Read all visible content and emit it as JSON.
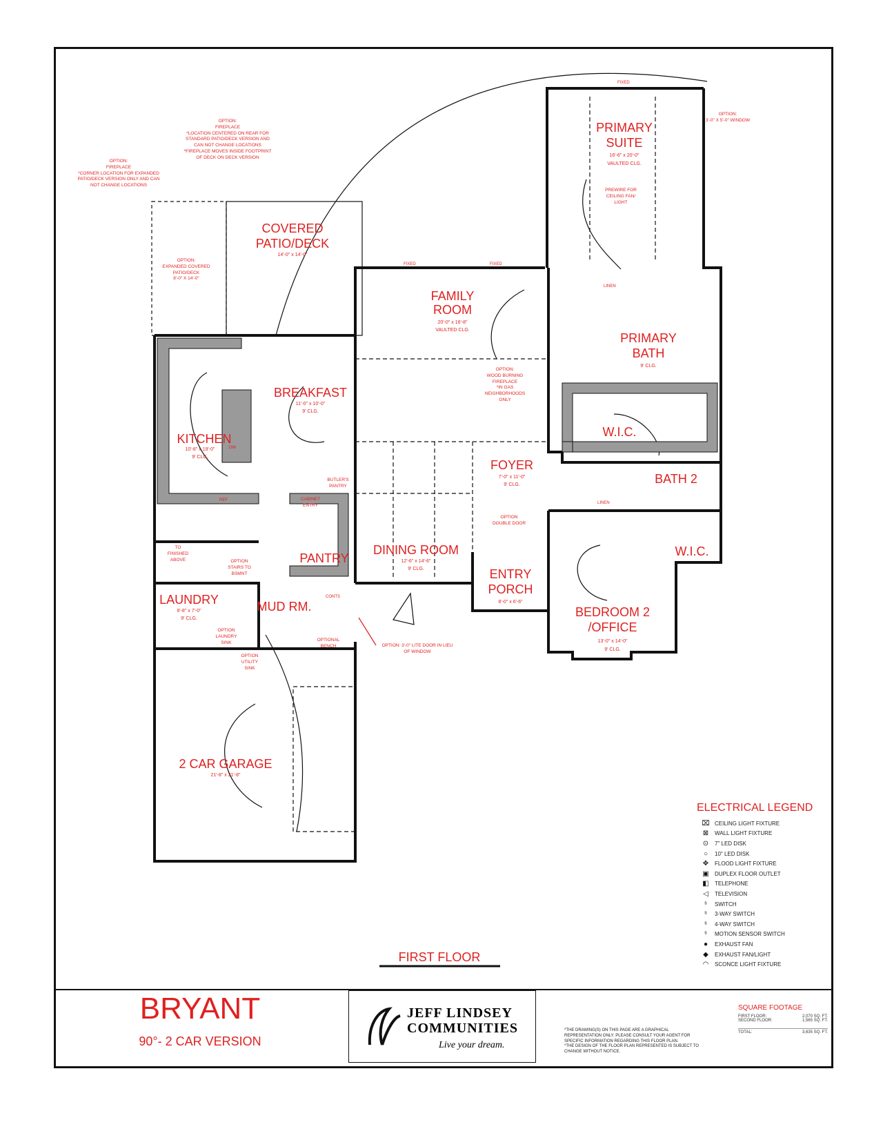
{
  "plan": {
    "name": "BRYANT",
    "version": "90°- 2 CAR VERSION",
    "floor_label": "FIRST FLOOR"
  },
  "rooms": {
    "covered_patio": {
      "name_line1": "COVERED",
      "name_line2": "PATIO/DECK",
      "dims": "14'-0\" x 14'-0\""
    },
    "expanded_patio": {
      "text": "OPTION:\nEXPANDED COVERED\nPATIO/DECK\n8'-0\" X 14'-0\""
    },
    "family_room": {
      "name_line1": "FAMILY",
      "name_line2": "ROOM",
      "dims": "20'-0\" x 16'-8\"",
      "ceiling": "VAULTED CLG."
    },
    "primary_suite": {
      "name_line1": "PRIMARY",
      "name_line2": "SUITE",
      "dims": "16'-6\" x 20'-0\"",
      "ceiling": "VAULTED CLG."
    },
    "primary_bath": {
      "name_line1": "PRIMARY",
      "name_line2": "BATH",
      "ceiling": "9' CLG."
    },
    "wic_primary": {
      "name": "W.I.C."
    },
    "breakfast": {
      "name": "BREAKFAST",
      "dims": "11'-0\" x 10'-0\"",
      "ceiling": "9' CLG."
    },
    "kitchen": {
      "name": "KITCHEN",
      "dims": "10'-8\" x 19'-0\"",
      "ceiling": "9' CLG."
    },
    "foyer": {
      "name": "FOYER",
      "dims": "7'-0\" x 11'-0\"",
      "ceiling": "9' CLG."
    },
    "bath2": {
      "name": "BATH 2"
    },
    "wic2": {
      "name": "W.I.C."
    },
    "pantry": {
      "name": "PANTRY"
    },
    "butlers_pantry": {
      "name": "BUTLER'S\nPANTRY"
    },
    "cabinet_entry": {
      "name": "CABINET\nENTRY"
    },
    "dining_room": {
      "name": "DINING ROOM",
      "dims": "12'-6\" x 14'-6\"",
      "ceiling": "9' CLG."
    },
    "entry_porch": {
      "name_line1": "ENTRY",
      "name_line2": "PORCH",
      "dims": "8'-0\" x 6'-6\""
    },
    "bedroom2": {
      "name_line1": "BEDROOM 2",
      "name_line2": "/OFFICE",
      "dims": "13'-0\" x 14'-0\"",
      "ceiling": "9' CLG."
    },
    "laundry": {
      "name": "LAUNDRY",
      "dims": "9'-8\" x 7'-0\"",
      "ceiling": "9' CLG."
    },
    "mud_room": {
      "name": "MUD RM."
    },
    "garage": {
      "name": "2 CAR GARAGE",
      "dims": "21'-8\" x 21'-8\""
    }
  },
  "notes": {
    "fireplace_rear": "OPTION:\nFIREPLACE\n*LOCATION CENTERED ON REAR FOR\nSTANDARD PATIO/DECK VERSION AND\nCAN NOT CHANGE LOCATIONS\n*FIREPLACE MOVES INSIDE FOOTPRINT\nOF DECK ON DECK VERSION",
    "fireplace_corner": "OPTION:\nFIREPLACE\n*CORNER LOCATION FOR EXPANDED\nPATIO/DECK VERSION ONLY AND CAN\nNOT CHANGE LOCATIONS",
    "wood_fireplace": "OPTION:\nWOOD BURNING\nFIREPLACE\n*IN GAS\nNEIGHBORHOODS\nONLY",
    "prewire_fan": "PREWIRE FOR\nCEILING FAN/\nLIGHT",
    "window_option": "OPTION:\n3'-0\" X 5'-0\" WINDOW",
    "double_door": "OPTION\nDOUBLE DOOR",
    "stairs_option": "OPTION\nSTAIRS TO\nBSMNT",
    "stairs_to": "TO\nFINISHED\nABOVE",
    "door_note": "OPTION: 3'-0\" LITE DOOR IN LIEU\nOF WINDOW",
    "laundry_sink": "OPTION\nLAUNDRY\nSINK",
    "utility_sink": "OPTION\nUTILITY\nSINK",
    "optional_bench": "OPTIONAL\nBENCH",
    "fixed": "FIXED",
    "dw": "DW",
    "ref": "REF",
    "linen": "LINEN",
    "conts": "CONTS"
  },
  "legend": {
    "title": "ELECTRICAL LEGEND",
    "items": [
      {
        "icon": "ceiling-light-icon",
        "symbol": "⌧",
        "label": "CEILING LIGHT FIXTURE"
      },
      {
        "icon": "wall-light-icon",
        "symbol": "⊠",
        "label": "WALL LIGHT FIXTURE"
      },
      {
        "icon": "led-disk-7-icon",
        "symbol": "⊙",
        "label": "7\" LED DISK"
      },
      {
        "icon": "led-disk-10-icon",
        "symbol": "○",
        "label": "10\" LED DISK"
      },
      {
        "icon": "flood-light-icon",
        "symbol": "✥",
        "label": "FLOOD LIGHT FIXTURE"
      },
      {
        "icon": "floor-outlet-icon",
        "symbol": "▣",
        "label": "DUPLEX FLOOR OUTLET"
      },
      {
        "icon": "telephone-icon",
        "symbol": "◧",
        "label": "TELEPHONE"
      },
      {
        "icon": "television-icon",
        "symbol": "◁",
        "label": "TELEVISION"
      },
      {
        "icon": "switch-icon",
        "symbol": "ˢ",
        "label": "SWITCH"
      },
      {
        "icon": "three-way-switch-icon",
        "symbol": "ˢ",
        "label": "3-WAY SWITCH"
      },
      {
        "icon": "four-way-switch-icon",
        "symbol": "ˢ",
        "label": "4-WAY SWITCH"
      },
      {
        "icon": "motion-switch-icon",
        "symbol": "ˢ",
        "label": "MOTION SENSOR SWITCH"
      },
      {
        "icon": "exhaust-fan-icon",
        "symbol": "●",
        "label": "EXHAUST FAN"
      },
      {
        "icon": "exhaust-fan-light-icon",
        "symbol": "◆",
        "label": "EXHAUST FAN/LIGHT"
      },
      {
        "icon": "sconce-icon",
        "symbol": "◠",
        "label": "SCONCE LIGHT FIXTURE"
      }
    ]
  },
  "brand": {
    "line1": "JEFF LINDSEY",
    "line2": "COMMUNITIES",
    "tagline": "Live your dream."
  },
  "disclaimer": "*THE DRAWING(S) ON THIS PAGE ARE A GRAPHICAL\nREPRESENTATION ONLY. PLEASE CONSULT YOUR AGENT FOR\nSPECIFIC INFORMATION REGARDING THIS FLOOR PLAN.\n*THE DESIGN OF THE FLOOR PLAN REPRESENTED IS SUBJECT TO\nCHANGE WITHOUT NOTICE.",
  "square_footage": {
    "title": "SQUARE FOOTAGE",
    "first_label": "FIRST FLOOR:",
    "first_value": "2,070 SQ. FT.",
    "second_label": "SECOND FLOOR:",
    "second_value": "1,565 SQ. FT.",
    "total_label": "TOTAL:",
    "total_value": "3,635 SQ. FT."
  },
  "colors": {
    "accent": "#e02020",
    "line": "#111111",
    "fill_gray": "#9a9a9a"
  }
}
